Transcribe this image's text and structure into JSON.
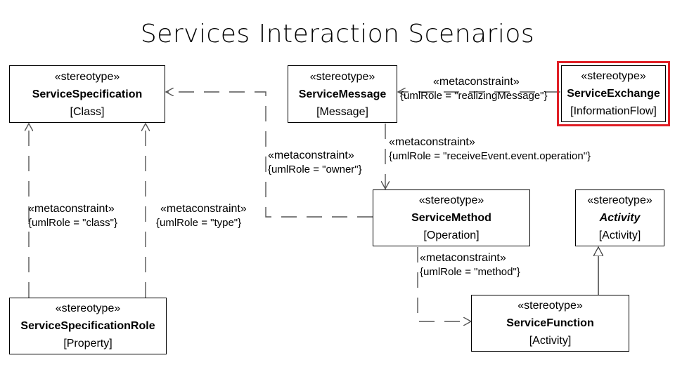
{
  "title": "Services Interaction Scenarios",
  "boxes": {
    "service_specification": {
      "stereotype": "«stereotype»",
      "name": "ServiceSpecification",
      "metaclass": "[Class]"
    },
    "service_message": {
      "stereotype": "«stereotype»",
      "name": "ServiceMessage",
      "metaclass": "[Message]"
    },
    "service_exchange": {
      "stereotype": "«stereotype»",
      "name": "ServiceExchange",
      "metaclass": "[InformationFlow]"
    },
    "service_method": {
      "stereotype": "«stereotype»",
      "name": "ServiceMethod",
      "metaclass": "[Operation]"
    },
    "activity": {
      "stereotype": "«stereotype»",
      "name": "Activity",
      "metaclass": "[Activity]"
    },
    "service_specification_role": {
      "stereotype": "«stereotype»",
      "name": "ServiceSpecificationRole",
      "metaclass": "[Property]"
    },
    "service_function": {
      "stereotype": "«stereotype»",
      "name": "ServiceFunction",
      "metaclass": "[Activity]"
    }
  },
  "constraints": {
    "realizing_message": {
      "keyword": "«metaconstraint»",
      "role": "{umlRole = \"realizingMessage\"}"
    },
    "receive_event": {
      "keyword": "«metaconstraint»",
      "role": "{umlRole = \"receiveEvent.event.operation\"}"
    },
    "owner": {
      "keyword": "«metaconstraint»",
      "role": "{umlRole = \"owner\"}"
    },
    "class": {
      "keyword": "«metaconstraint»",
      "role": "{umlRole = \"class\"}"
    },
    "type": {
      "keyword": "«metaconstraint»",
      "role": "{umlRole = \"type\"}"
    },
    "method": {
      "keyword": "«metaconstraint»",
      "role": "{umlRole = \"method\"}"
    }
  },
  "colors": {
    "highlight": "#e01f26",
    "line": "#555555"
  }
}
